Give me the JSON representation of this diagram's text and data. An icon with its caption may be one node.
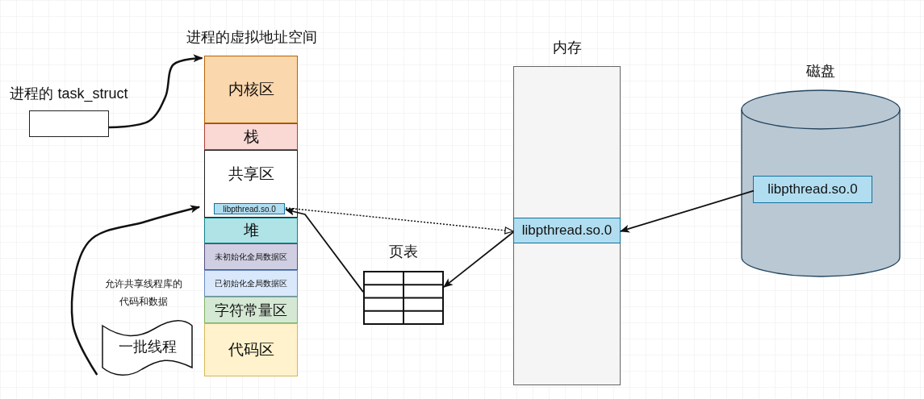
{
  "diagram": {
    "nodes": [
      {
        "text": [
          "进程的 task_struct"
        ]
      },
      {
        "text": [
          "进程的虚拟地址空间"
        ]
      },
      {
        "text": [
          "内核区"
        ],
        "in": 1
      },
      {
        "text": [
          "栈"
        ],
        "in": 1
      },
      {
        "text": [
          "共享区"
        ],
        "in": 1
      },
      {
        "text": [
          "libpthread.so.0"
        ],
        "in": 4
      },
      {
        "text": [
          "堆"
        ],
        "in": 1
      },
      {
        "text": [
          "未初始化全局数据区"
        ],
        "in": 1
      },
      {
        "text": [
          "已初始化全局数据区"
        ],
        "in": 1
      },
      {
        "text": [
          "字符常量区"
        ],
        "in": 1
      },
      {
        "text": [
          "代码区"
        ],
        "in": 1
      },
      {
        "text": [
          "内存"
        ]
      },
      {
        "text": [
          "libpthread.so.0"
        ],
        "in": 11
      },
      {
        "text": [
          "磁盘"
        ]
      },
      {
        "text": [
          "libpthread.so.0"
        ],
        "in": 13
      },
      {
        "text": [
          "页表"
        ]
      },
      {
        "text": [
          "一批线程"
        ]
      }
    ],
    "edges": [
      {
        "from": 0,
        "to": 1,
        "arrow": "to"
      },
      {
        "from": 16,
        "to": 4,
        "arrow": "to"
      },
      {
        "from": 5,
        "to": 12,
        "arrow": "to",
        "style": "dashed"
      },
      {
        "from": 15,
        "to": 5,
        "arrow": "to"
      },
      {
        "from": 12,
        "to": 15,
        "arrow": "to"
      },
      {
        "from": 14,
        "to": 12,
        "arrow": "to"
      }
    ],
    "labels": [
      "允许共享线程库的代码和数据"
    ]
  }
}
